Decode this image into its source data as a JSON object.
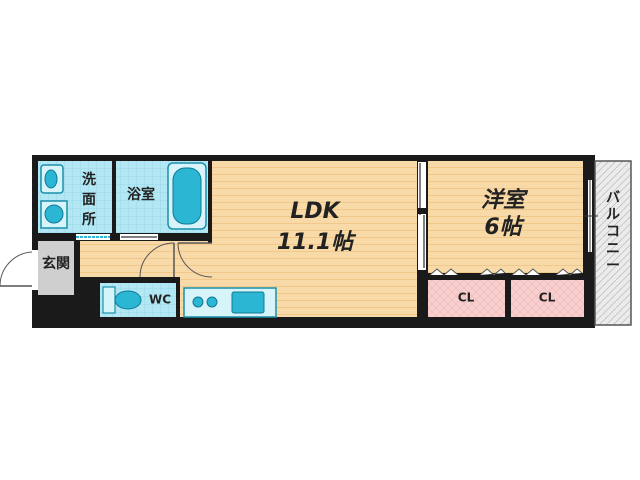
{
  "rooms": {
    "ldk_name": "LDK",
    "ldk_size": "11.1帖",
    "western_name": "洋室",
    "western_size": "6帖",
    "washroom": "洗面所",
    "bath": "浴室",
    "entrance": "玄関",
    "toilet": "WC",
    "closet_1": "CL",
    "closet_2": "CL",
    "balcony": "バルコニー"
  },
  "colors": {
    "wall": "#1a1a1a",
    "floor_wood": "#f8d9a8",
    "floor_wood_line": "#f3c98a",
    "wet_area": "#a8e4f2",
    "fixture": "#2bb7d4",
    "closet": "#f6caca",
    "balcony": "#e6e6e6",
    "entrance": "#cfcfcf"
  }
}
